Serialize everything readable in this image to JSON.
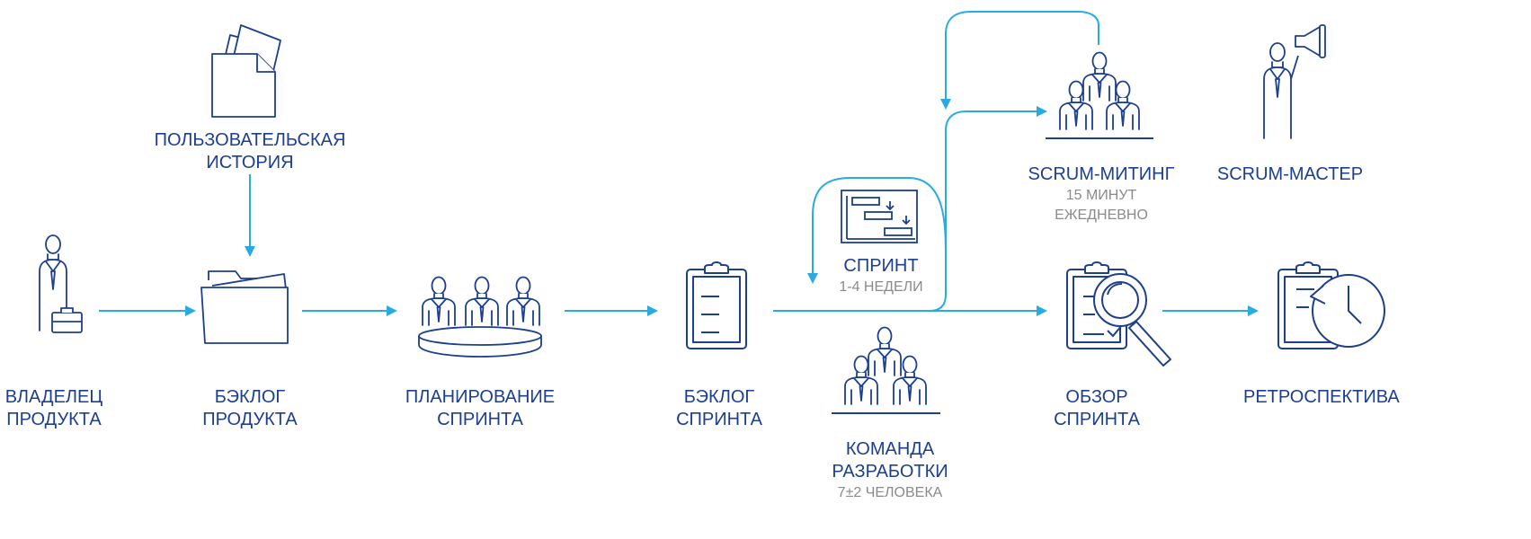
{
  "colors": {
    "icon": "#1c3f8e",
    "arrow": "#29abe2",
    "label": "#1c3f8e",
    "sublabel": "#8a8a8a"
  },
  "nodes": {
    "product_owner": {
      "icon": "person-with-briefcase-icon",
      "line1": "ВЛАДЕЛЕЦ",
      "line2": "ПРОДУКТА"
    },
    "user_story": {
      "icon": "documents-icon",
      "line1": "ПОЛЬЗОВАТЕЛЬСКАЯ",
      "line2": "ИСТОРИЯ"
    },
    "product_backlog": {
      "icon": "folder-icon",
      "line1": "БЭКЛОГ",
      "line2": "ПРОДУКТА"
    },
    "sprint_planning": {
      "icon": "meeting-table-icon",
      "line1": "ПЛАНИРОВАНИЕ",
      "line2": "СПРИНТА"
    },
    "sprint_backlog": {
      "icon": "clipboard-icon",
      "line1": "БЭКЛОГ",
      "line2": "СПРИНТА"
    },
    "sprint": {
      "icon": "gantt-chart-icon",
      "line1": "СПРИНТ",
      "sub1": "1-4 НЕДЕЛИ"
    },
    "dev_team": {
      "icon": "team-icon",
      "line1": "КОМАНДА",
      "line2": "РАЗРАБОТКИ",
      "sub1": "7±2 ЧЕЛОВЕКА"
    },
    "scrum_meeting": {
      "icon": "team-icon",
      "line1": "SCRUM-МИТИНГ",
      "sub1": "15 МИНУТ",
      "sub2": "ЕЖЕДНЕВНО"
    },
    "scrum_master": {
      "icon": "person-with-megaphone-icon",
      "line1": "SCRUM-МАСТЕР"
    },
    "sprint_review": {
      "icon": "clipboard-magnifier-icon",
      "line1": "ОБЗОР",
      "line2": "СПРИНТА"
    },
    "retrospective": {
      "icon": "clipboard-clock-icon",
      "line1": "РЕТРОСПЕКТИВА"
    }
  }
}
